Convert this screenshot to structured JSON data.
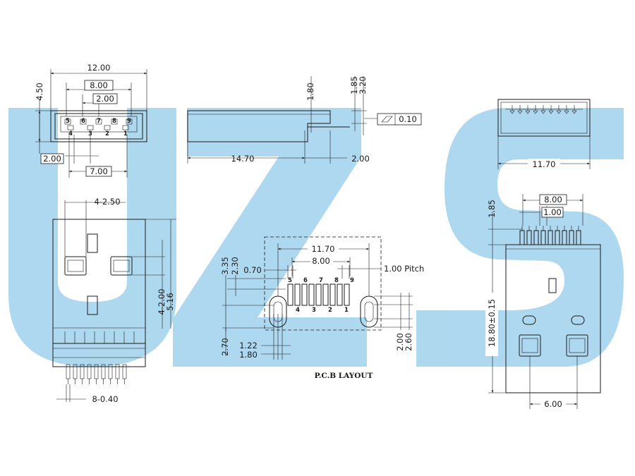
{
  "watermark": {
    "text": "UZS",
    "color": "#a9d6ee"
  },
  "colors": {
    "line": "#1a1a1a",
    "background": "#ffffff"
  },
  "front_view": {
    "width": "12.00",
    "inner": "8.00",
    "pitch": "2.00",
    "height": "4.50",
    "bottom_pitch": "2.00",
    "bottom_span": "7.00",
    "top_pins": [
      "5",
      "6",
      "7",
      "8",
      "9"
    ],
    "bottom_pins": [
      "4",
      "3",
      "2",
      "1"
    ]
  },
  "side_view": {
    "length": "14.70",
    "tail": "2.00",
    "step": "1.80",
    "d1": "1.85",
    "d2": "3.20",
    "flatness": "0.10"
  },
  "rear_view": {
    "width": "11.70"
  },
  "top_view": {
    "holes": "4-2.50",
    "d1": "4-2.00",
    "d2": "5.16",
    "leads": "8-0.40"
  },
  "pcb_layout": {
    "title": "P.C.B LAYOUT",
    "span": "11.70",
    "inner": "8.00",
    "pad_w": "0.70",
    "pitch_label": "1.00 Pitch",
    "d_335": "3.35",
    "d_230": "2.30",
    "d_270": "2.70",
    "slot_w": "1.22",
    "slot_spacing": "1.80",
    "d_200": "2.00",
    "d_260": "2.60",
    "top_pins": [
      "5",
      "6",
      "7",
      "8",
      "9"
    ],
    "bottom_pins": [
      "4",
      "3",
      "2",
      "1"
    ]
  },
  "right_top_view": {
    "inner": "8.00",
    "pitch": "1.00",
    "tip": "1.85",
    "length": "18.80±0.15",
    "peg_spacing": "6.00"
  }
}
